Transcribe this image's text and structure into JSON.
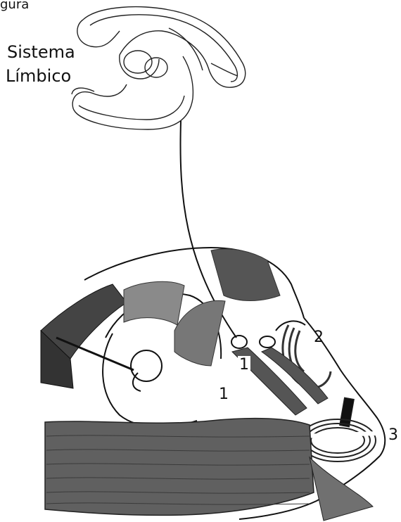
{
  "caption": "gura",
  "title": [
    "Sistema",
    "Límbico"
  ],
  "labels": {
    "label_1a": "1",
    "label_1b": "1",
    "label_2": "2",
    "label_3": "3"
  },
  "colors": {
    "ink": "#111111",
    "muscle": "#555555",
    "paper": "#ffffff"
  }
}
